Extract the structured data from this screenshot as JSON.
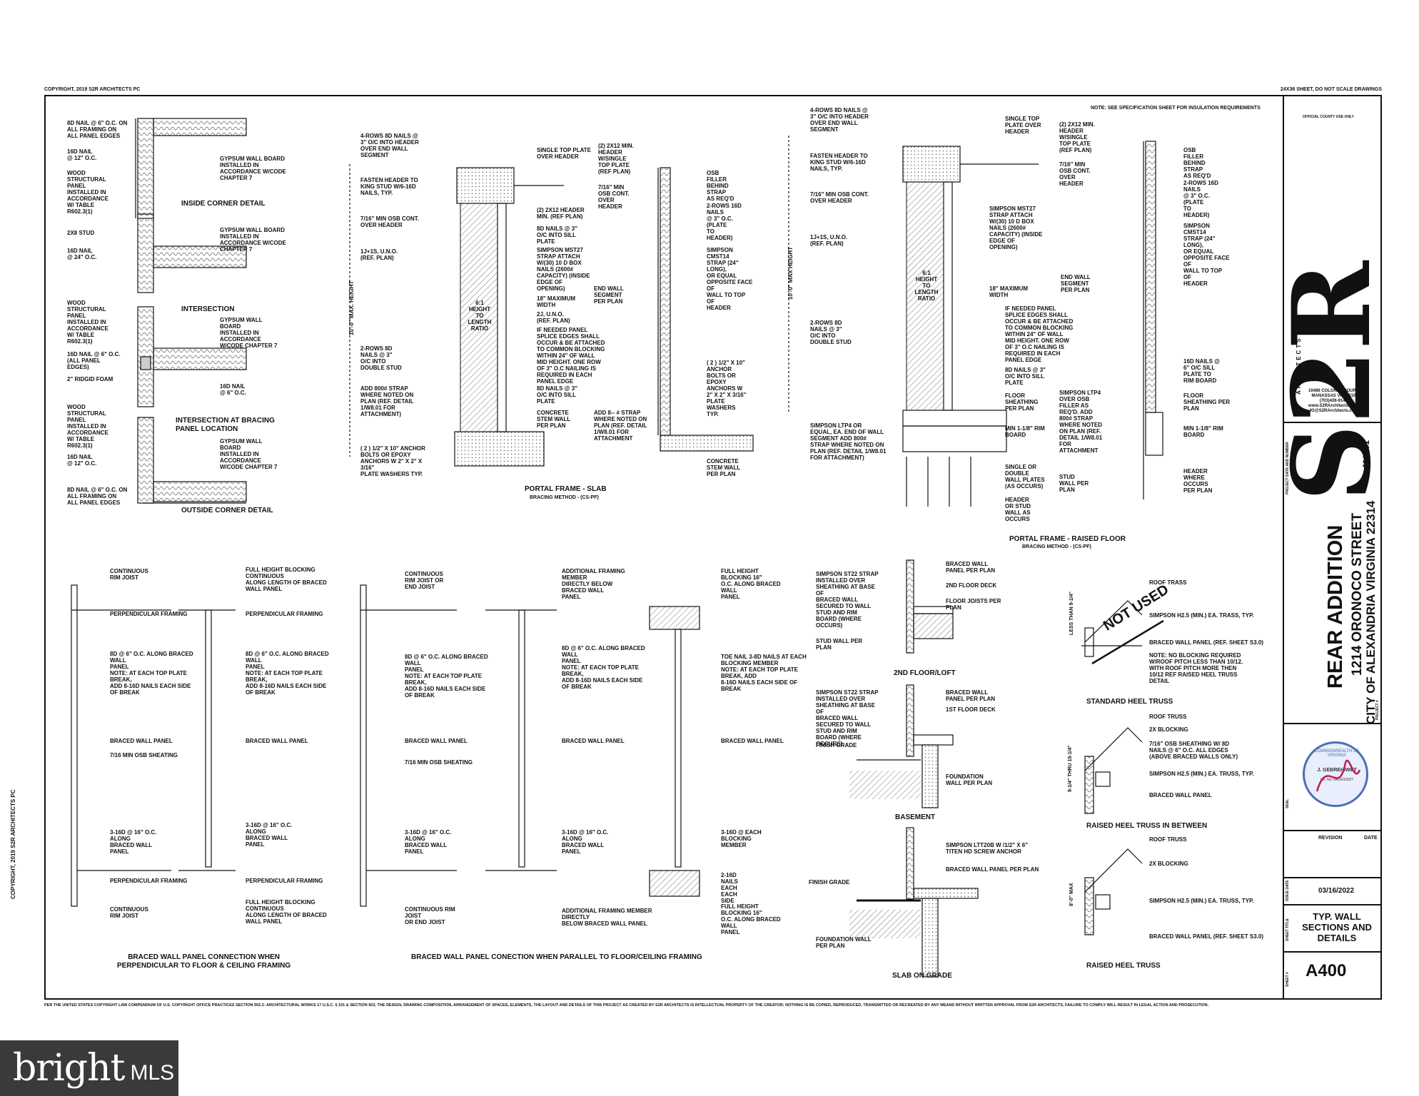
{
  "header": {
    "copyright": "COPYRIGHT, 2019 S2R ARCHITECTS PC",
    "sheet_note": "24X36 SHEET, DO NOT SCALE DRAWINGS",
    "insulation_note": "NOTE: SEE SPECIFICATION SHEET FOR INSULATION REQUIREMENTS"
  },
  "side_copyright": "COPYRIGHT, 2019 S2R ARCHITECTS PC",
  "footer_legal": "PER THE UNITED STATES COPYRIGHT LAW COMPENDIUM OF U.S. COPYRIGHT OFFICE PRACTICES SECTION 902.2: ARCHITECTURAL WORKS 17 U.S.C. § 101 & SECTION 923, THE DESIGN, DRAWING COMPOSITION, ARRANGEMENT OF SPACES, ELEMENTS, THE LAYOUT AND DETAILS OF THIS PROJECT AS CREATED BY S2R ARCHITECTS IS INTELLECTUAL PROPERTY OF THE CREATOR; NOTHING IS BE COPIED, REPRODUCED, TRANSMITTED OR RECREATED BY ANY MEANS WITHOUT WRITTEN APPROVAL FROM S2R ARCHITECTS, FAILURE TO COMPLY WILL RESULT IN LEGAL ACTION AND PROSECUTION.",
  "details": {
    "inside_corner": "INSIDE CORNER DETAIL",
    "intersection": "INTERSECTION",
    "intersection_bracing": "INTERSECTION AT BRACING\nPANEL LOCATION",
    "outside_corner": "OUTSIDE CORNER DETAIL",
    "portal_slab": "PORTAL FRAME - SLAB",
    "portal_slab_sub": "BRACING METHOD - (CS-PF)",
    "portal_raised": "PORTAL FRAME - RAISED FLOOR",
    "portal_raised_sub": "BRACING METHOD - (CS-PF)",
    "floor_loft": "2ND FLOOR/LOFT",
    "basement": "BASEMENT",
    "slab_on_grade": "SLAB ON GRADE",
    "standard_heel": "STANDARD HEEL TRUSS",
    "raised_heel_between": "RAISED HEEL TRUSS IN BETWEEN",
    "raised_heel": "RAISED HEEL TRUSS",
    "bwp_perp": "BRACED WALL PANEL CONNECTION WHEN\nPERPENDICULAR TO FLOOR & CEILING FRAMING",
    "bwp_parallel": "BRACED WALL PANEL CONECTION WHEN PARALLEL TO FLOOR/CEILING FRAMING"
  },
  "notes": {
    "corner_1": "8d NAIL @ 6\" O.C. ON\nALL FRAMING ON\nALL PANEL EDGES",
    "corner_2": "16d NAIL\n@ 12\" O.C.",
    "corner_3": "WOOD\nSTRUCTURAL\nPANEL\nINSTALLED IN\nACCORDANCE\nW/ TABLE\nR602.3(1)",
    "corner_4": "GYPSUM WALL BOARD\nINSTALLED IN\nACCORDANCE W/CODE\nCHAPTER 7",
    "corner_5": "2X8 STUD",
    "corner_6": "16d NAIL\n@ 24\" O.C.",
    "corner_7": "GYPSUM WALL BOARD\nINSTALLED IN\nACCORDANCE W/CODE\nCHAPTER 7",
    "corner_8": "WOOD\nSTRUCTURAL\nPANEL\nINSTALLED IN\nACCORDANCE\nW/ TABLE\nR602.3(1)",
    "corner_9": "16d NAIL @ 6\" O.C.\n(ALL PANEL\nEDGES)",
    "corner_10": "2\" RIDGID FOAM",
    "corner_11": "GYPSUM WALL\nBOARD\nINSTALLED IN\nACCORDANCE\nW/CODE CHAPTER 7",
    "corner_12": "16d NAIL\n@ 6\" O.C.",
    "corner_13": "WOOD\nSTRUCTURAL\nPANEL\nINSTALLED IN\nACCORDANCE\nW/ TABLE\nR602.3(1)",
    "corner_14": "16d NAIL\n@ 12\" O.C.",
    "corner_15": "GYPSUM WALL\nBOARD\nINSTALLED IN\nACCORDANCE\nW/CODE CHAPTER 7",
    "corner_16": "8d NAIL @ 6\" O.C. ON\nALL FRAMING ON\nALL PANEL EDGES",
    "slab_1": "4-ROWS 8d NAILS @\n3\" O/C INTO HEADER\nOVER END WALL\nSEGMENT",
    "slab_2": "FASTEN HEADER TO\nKING STUD W/6-16D\nNAILS, TYP.",
    "slab_3": "7/16\" MIN OSB CONT.\nOVER HEADER",
    "slab_4": "1J+1S, U.N.O.\n(REF. PLAN)",
    "slab_5": "2-ROWS 8d\nNAILS @ 3\"\nO/C INTO\nDOUBLE STUD",
    "slab_6": "ADD 800# STRAP\nWHERE NOTED ON\nPLAN (REF. DETAIL\n1/W8.01 FOR\nATTACHMENT)",
    "slab_7": "( 2 ) 1/2\" X 10\" ANCHOR\nBOLTS OR EPOXY\nANCHORS W 2\" X 2\" X\n3/16\"\nPLATE WASHERS TYP.",
    "slab_8": "SINGLE TOP PLATE\nOVER HEADER",
    "slab_9": "(2) 2x12 HEADER\nMIN. (REF PLAN)",
    "slab_10": "8d NAILS @ 3\"\nO/C INTO SILL\nPLATE",
    "slab_11": "SIMPSON MST27\nSTRAP ATTACH\nW/(30) 10 d BOX\nNAILS (2600#\nCAPACITY) (INSIDE\nEDGE OF\nOPENING)",
    "slab_12": "18\" MAXIMUM\nWIDTH",
    "slab_13": "2J, U.N.O.\n(REF. PLAN)",
    "slab_14": "IF NEEDED PANEL\nSPLICE EDGES SHALL\nOCCUR & BE ATTACHED\nTO COMMON BLOCKING\nWITHIN 24\" OF WALL\nMID HEIGHT. ONE ROW\nOF 3\" O.C NAILING IS\nREQUIRED IN EACH\nPANEL EDGE",
    "slab_15": "8d NAILS @ 3\"\nO/C INTO SILL\nPLATE",
    "slab_16": "CONCRETE\nSTEM WALL\nPER PLAN",
    "slab_17": "END WALL\nSEGMENT\nPER PLAN",
    "slab_18": "(2) 2x12 MIN.\nHEADER\nW/SINGLE\nTOP PLATE\n(REF PLAN)",
    "slab_19": "7/16\" MIN\nOSB CONT.\nOVER\nHEADER",
    "slab_20": "OSB\nFILLER\nBEHIND\nSTRAP\nAS REQ'D",
    "slab_21": "2-ROWS 16d\nNAILS\n@ 3\" O.C.\n(PLATE\nTO\nHEADER)",
    "slab_22": "SIMPSON\nCMST14\nSTRAP (24\"\nLONG),\nOR EQUAL\nOPPOSITE FACE\nOF\nWALL TO TOP\nOF\nHEADER",
    "slab_23": "( 2 ) 1/2\" X 10\"\nANCHOR\nBOLTS OR\nEPOXY\nANCHORS W\n2\" X 2\" X 3/16\"\nPLATE\nWASHERS\nTYP.",
    "slab_24": "ADD 8-- # STRAP\nWHERE NOTED ON\nPLAN (REF. DETAIL\n1/W8.01 FOR\nATTACHMENT",
    "slab_25": "CONCRETE\nSTEM WALL\nPER PLAN",
    "ratio": "6:1\nHEIGHT\nTO\nLENGTH\nRATIO",
    "max_height": "10'-0\" MAX. HEIGHT",
    "max_height_2": "10'-0\" MAX HEIGHT",
    "raised_1": "4-ROWS 8d NAILS @\n3\" O/C INTO HEADER\nOVER END WALL\nSEGMENT",
    "raised_2": "FASTEN HEADER TO\nKING STUD W/6-16D\nNAILS, TYP.",
    "raised_3": "7/16\" MIN OSB CONT.\nOVER HEADER",
    "raised_4": "1J+1S, U.N.O.\n(REF. PLAN)",
    "raised_5": "2-ROWS 8d\nNAILS @ 3\"\nO/C INTO\nDOUBLE STUD",
    "raised_6": "SIMPSON LTP4 OR\nEQUAL, EA. END OF WALL\nSEGMENT ADD 800#\nSTRAP WHERE NOTED ON\nPLAN (REF. DETAIL 1/W8.01\nFOR ATTACHMENT)",
    "raised_7": "SINGLE TOP\nPLATE OVER\nHEADER",
    "raised_8": "SIMPSON MST27\nSTRAP ATTACH\nW/(30) 10 d BOX\nNAILS (2600#\nCAPACITY) (INSIDE\nEDGE OF\nOPENING)",
    "raised_9": "18\" MAXIMUM\nWIDTH",
    "raised_10": "IF NEEDED PANEL\nSPLICE EDGES SHALL\nOCCUR & BE ATTACHED\nTO COMMON BLOCKING\nWITHIN 24\" OF WALL\nMID HEIGHT. ONE ROW\nOF 3\" O.C NAILING IS\nREQUIRED IN EACH\nPANEL EDGE",
    "raised_11": "8d NAILS @ 3\"\nO/C INTO SILL\nPLATE",
    "raised_12": "FLOOR\nSHEATHING\nPER PLAN",
    "raised_13": "MIN 1-1/8\" RIM\nBOARD",
    "raised_14": "SINGLE OR\nDOUBLE\nWALL PLATES\n(AS OCCURS)",
    "raised_15": "HEADER\nOR STUD\nWALL AS\nOCCURS",
    "raised_16": "END WALL\nSEGMENT\nPER PLAN",
    "raised_17": "(2) 2x12 MIN.\nHEADER\nW/SINGLE\nTOP PLATE\n(REF PLAN)",
    "raised_18": "7/16\" MIN\nOSB CONT.\nOVER\nHEADER",
    "raised_19": "OSB\nFILLER\nBEHIND\nSTRAP\nAS REQ'D",
    "raised_20": "2-ROWS 16d\nNAILS\n@ 3\" O.C.\n(PLATE\nTO\nHEADER)",
    "raised_21": "SIMPSON\nCMST14\nSTRAP (24\"\nLONG),\nOR EQUAL\nOPPOSITE FACE\nOF\nWALL TO TOP\nOF\nHEADER",
    "raised_22": "16D NAILS @\n6\" O/C SILL\nPLATE TO\nRIM BOARD",
    "raised_23": "FLOOR\nSHEATHING PER\nPLAN",
    "raised_24": "MIN 1-1/8\" RIM\nBOARD",
    "raised_25": "SIMPSON LTP4\nOVER OSB\nFILLER AS\nREQ'D. ADD\n800# STRAP\nWHERE NOTED\nON PLAN (REF.\nDETAIL 1/W8.01\nFOR\nATTACHMENT",
    "raised_26": "STUD\nWALL PER\nPLAN",
    "raised_27": "HEADER\nWHERE\nOCCURS\nPER PLAN",
    "loft_1": "SIMPSON ST22 STRAP\nINSTALLED OVER\nSHEATHING AT BASE\nOF\nBRACED WALL\nSECURED TO WALL\nSTUD AND RIM\nBOARD (WHERE\nOCCURS)",
    "loft_2": "BRACED WALL\nPANEL PER PLAN",
    "loft_3": "2ND FLOOR DECK",
    "loft_4": "FLOOR JOISTS PER\nPLAN",
    "loft_5": "STUD WALL PER\nPLAN",
    "base_1": "SIMPSON ST22 STRAP\nINSTALLED OVER\nSHEATHING AT BASE\nOF\nBRACED WALL\nSECURED TO WALL\nSTUD AND RIM\nBOARD (WHERE\nOCCURS)",
    "base_2": "BRACED WALL\nPANEL PER PLAN",
    "base_3": "1ST FLOOR DECK",
    "base_4": "FINISH GRADE",
    "base_5": "FOUNDATION\nWALL PER PLAN",
    "sog_1": "SIMPSON LTT20B W /1/2\" x 6\"\nTITEN HD SCREW ANCHOR",
    "sog_2": "BRACED WALL PANEL PER PLAN",
    "sog_3": "FINISH GRADE",
    "sog_4": "FOUNDATION WALL\nPER PLAN",
    "truss_1": "ROOF TRASS",
    "truss_2": "SIMPSON H2.5 (MIN.) EA. TRASS, TYP.",
    "truss_3": "BRACED WALL PANEL (REF. SHEET S3.0)",
    "truss_4": "NOTE: NO BLOCKING REQUIRED\nW/ROOF PITCH LESS THAN 10/12.\nWITH ROOF PITCH MORE THEN\n10/12 REF RAISED HEEL TRUSS\nDETAIL",
    "truss_5": "LESS THAN 9-1/4\"",
    "truss_6": "NOT USED",
    "truss_7": "ROOF TRUSS",
    "truss_8": "2x BLOCKING",
    "truss_9": "7/16\" OSB SHEATHING W/ 8d\nNAILS @ 6\" O.C. ALL EDGES\n(ABOVE BRACED WALLS ONLY)",
    "truss_10": "SIMPSON H2.5 (MIN.) EA. TRUSS, TYP.",
    "truss_11": "BRACED WALL PANEL",
    "truss_12": "9-1/4\" THRU 15-1/4\"",
    "truss_13": "ROOF TRUSS",
    "truss_14": "2x BLOCKING",
    "truss_15": "SIMPSON H2.5 (MIN.) EA. TRUSS, TYP.",
    "truss_16": "BRACED WALL PANEL (REF. SHEET S3.0)",
    "truss_17": "8'-0\" MAX",
    "bwp_1": "CONTINUOUS\nRIM JOIST",
    "bwp_2": "PERPENDICULAR FRAMING",
    "bwp_3": "8d @ 6\" O.C. ALONG BRACED\nWALL\nPANEL\nNOTE: AT EACH TOP PLATE\nBREAK,\nADD 8-16d NAILS EACH SIDE\nOF BREAK",
    "bwp_4": "BRACED WALL PANEL",
    "bwp_5": "7/16 MIN OSB SHEATING",
    "bwp_6": "3-16d @ 16\" O.C.\nALONG\nBRACED WALL\nPANEL",
    "bwp_7": "PERPENDICULAR FRAMING",
    "bwp_8": "CONTINUOUS\nRIM JOIST",
    "bwp_9": "FULL HEIGHT BLOCKING\nCONTINUOUS\nALONG LENGTH OF BRACED\nWALL PANEL",
    "bwp_10": "PERPENDICULAR FRAMING",
    "bwp_11": "8d @ 6\" O.C. ALONG BRACED\nWALL\nPANEL\nNOTE: AT EACH TOP PLATE\nBREAK,\nADD 8-16d NAILS EACH SIDE\nOF BREAK",
    "bwp_12": "BRACED WALL PANEL",
    "bwp_13": "3-16d @ 16\" O.C.\nALONG\nBRACED WALL\nPANEL",
    "bwp_14": "PERPENDICULAR FRAMING",
    "bwp_15": "FULL HEIGHT BLOCKING\nCONTINUOUS\nALONG LENGTH OF BRACED\nWALL PANEL",
    "par_1": "CONTINUOUS\nRIM JOIST OR\nEND JOIST",
    "par_2": "8d @ 6\" O.C. ALONG BRACED\nWALL\nPANEL\nNOTE: AT EACH TOP PLATE\nBREAK,\nADD 8-16d NAILS EACH SIDE\nOF BREAK",
    "par_3": "BRACED WALL PANEL",
    "par_4": "7/16 MIN OSB SHEATING",
    "par_5": "3-16d @ 16\" O.C.\nALONG\nBRACED WALL\nPANEL",
    "par_6": "CONTINUOUS RIM\nJOIST\nOR END JOIST",
    "par_7": "ADDITIONAL FRAMING\nMEMBER\nDIRECTLY BELOW\nBRACED WALL\nPANEL",
    "par_8": "8d @ 6\" O.C. ALONG BRACED\nWALL\nPANEL\nNOTE: AT EACH TOP PLATE\nBREAK,\nADD 8-16d NAILS EACH SIDE\nOF BREAK",
    "par_9": "BRACED WALL PANEL",
    "par_10": "3-16d @ 16\" O.C.\nALONG\nBRACED WALL\nPANEL",
    "par_11": "ADDITIONAL FRAMING MEMBER\nDIRECTLY\nBELOW BRACED WALL PANEL",
    "par_12": "FULL HEIGHT\nBLOCKING 16\"\nO.C. ALONG BRACED\nWALL\nPANEL",
    "par_13": "TOE NAIL 3-8d NAILS AT EACH\nBLOCKING MEMBER\nNOTE: AT EACH TOP PLATE\nBREAK, ADD\n8-16d NAILS EACH SIDE OF\nBREAK",
    "par_14": "BRACED WALL PANEL",
    "par_15": "3-16d @ EACH\nBLOCKING\nMEMBER",
    "par_16": "2-16d\nNAILS\nEACH\nEACH\nSIDE",
    "par_17": "FULL HEIGHT\nBLOCKING 16\"\nO.C. ALONG BRACED\nWALL\nPANEL"
  },
  "title_block": {
    "official_use": "OFFICIAL COUNTY USE ONLY",
    "firm_logo": "S2R",
    "firm_sub": "ARCHITECTS",
    "address": "10486 COLONEL COURT\nMANASSAS VA 20110\n(703)426-9141\nwww.S2RArchitects.com\nJO@S2RArchitects.com",
    "project_title": "REAR ADDITION",
    "project_address": "1214 ORONOCO STREET",
    "project_city": "CITY OF ALEXANDRIA VIRGINIA 22314",
    "project_number": "J22001",
    "project_label": "PROJECT #",
    "project_date_label": "PROJECT DATE AND NUMBER",
    "seal_label": "SEAL",
    "seal_text": "COMMONWEALTH OF VIRGINIA",
    "seal_name": "J. GEBREHIWET",
    "seal_lic": "Lic. No. 0401016027",
    "revision_label": "REVISION",
    "date_label": "DATE",
    "issue_date_label": "ISSUE DATE",
    "issue_date": "03/16/2022",
    "sheet_title_label": "SHEET TITLE",
    "sheet_title": "TYP. WALL\nSECTIONS AND\nDETAILS",
    "sheet_no_label": "SHEET #",
    "sheet_no": "A400"
  },
  "watermark": {
    "brand": "bright",
    "suffix": "MLS"
  }
}
